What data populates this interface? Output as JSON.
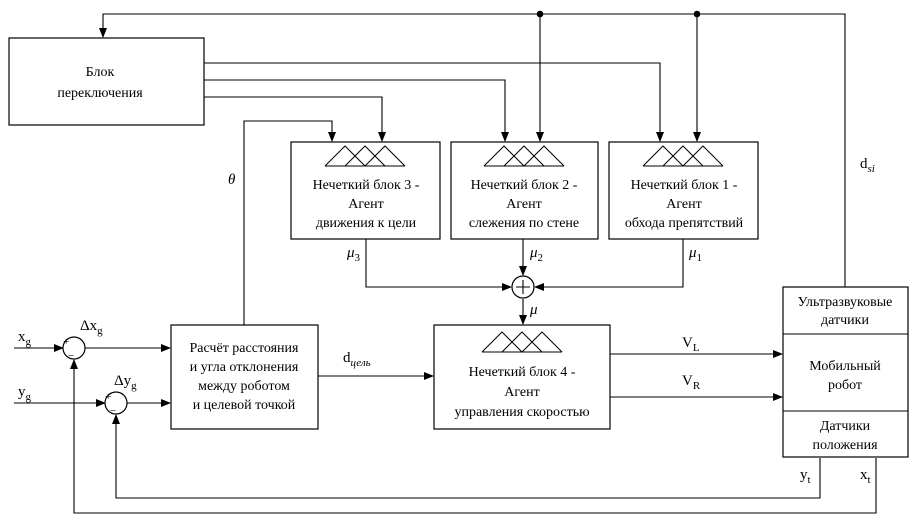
{
  "blocks": {
    "switch": {
      "line1": "Блок",
      "line2": "переключения"
    },
    "fuzzy3": {
      "line1": "Нечеткий блок 3 -",
      "line2": "Агент",
      "line3": "движения к цели"
    },
    "fuzzy2": {
      "line1": "Нечеткий блок 2 -",
      "line2": "Агент",
      "line3": "слежения по стене"
    },
    "fuzzy1": {
      "line1": "Нечеткий блок 1 -",
      "line2": "Агент",
      "line3": "обхода препятствий"
    },
    "fuzzy4": {
      "line1": "Нечеткий блок 4 -",
      "line2": "Агент",
      "line3": "управления скоростью"
    },
    "calc": {
      "line1": "Расчёт расстояния",
      "line2": "и угла отклонения",
      "line3": "между роботом",
      "line4": "и целевой точкой"
    },
    "robot": {
      "ultra1": "Ультразвуковые",
      "ultra2": "датчики",
      "mobile1": "Мобильный",
      "mobile2": "робот",
      "pos1": "Датчики",
      "pos2": "положения"
    }
  },
  "signals": {
    "theta": "θ",
    "dsi_main": "d",
    "dsi_sub": "si",
    "mu3_main": "μ",
    "mu3_sub": "3",
    "mu2_main": "μ",
    "mu2_sub": "2",
    "mu1_main": "μ",
    "mu1_sub": "1",
    "mu": "μ",
    "dgoal_main": "d",
    "dgoal_sub": "цель",
    "vl_main": "V",
    "vl_sub": "L",
    "vr_main": "V",
    "vr_sub": "R",
    "xg_main": "x",
    "xg_sub": "g",
    "yg_main": "y",
    "yg_sub": "g",
    "dxg_main": "Δx",
    "dxg_sub": "g",
    "dyg_main": "Δy",
    "dyg_sub": "g",
    "yt_main": "y",
    "yt_sub": "t",
    "xt_main": "x",
    "xt_sub": "t",
    "plus": "+",
    "minus": "−"
  }
}
